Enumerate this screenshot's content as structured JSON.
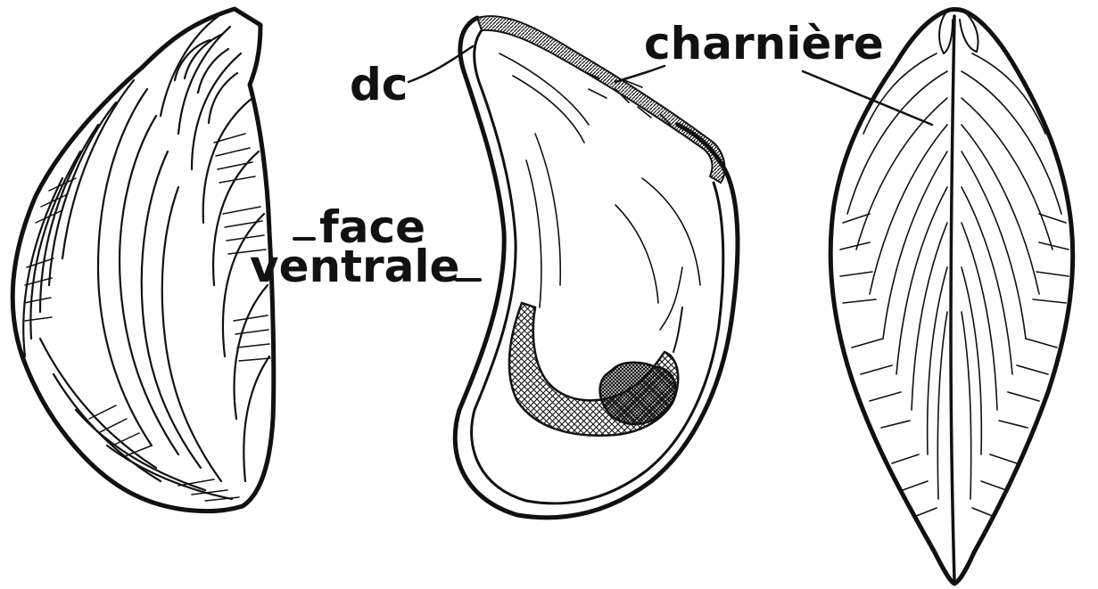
{
  "labels": {
    "dc": "dc",
    "charniere": "charnière",
    "face": "face",
    "ventrale": "ventrale"
  },
  "colors": {
    "ink": "#111111",
    "paper": "#ffffff"
  }
}
